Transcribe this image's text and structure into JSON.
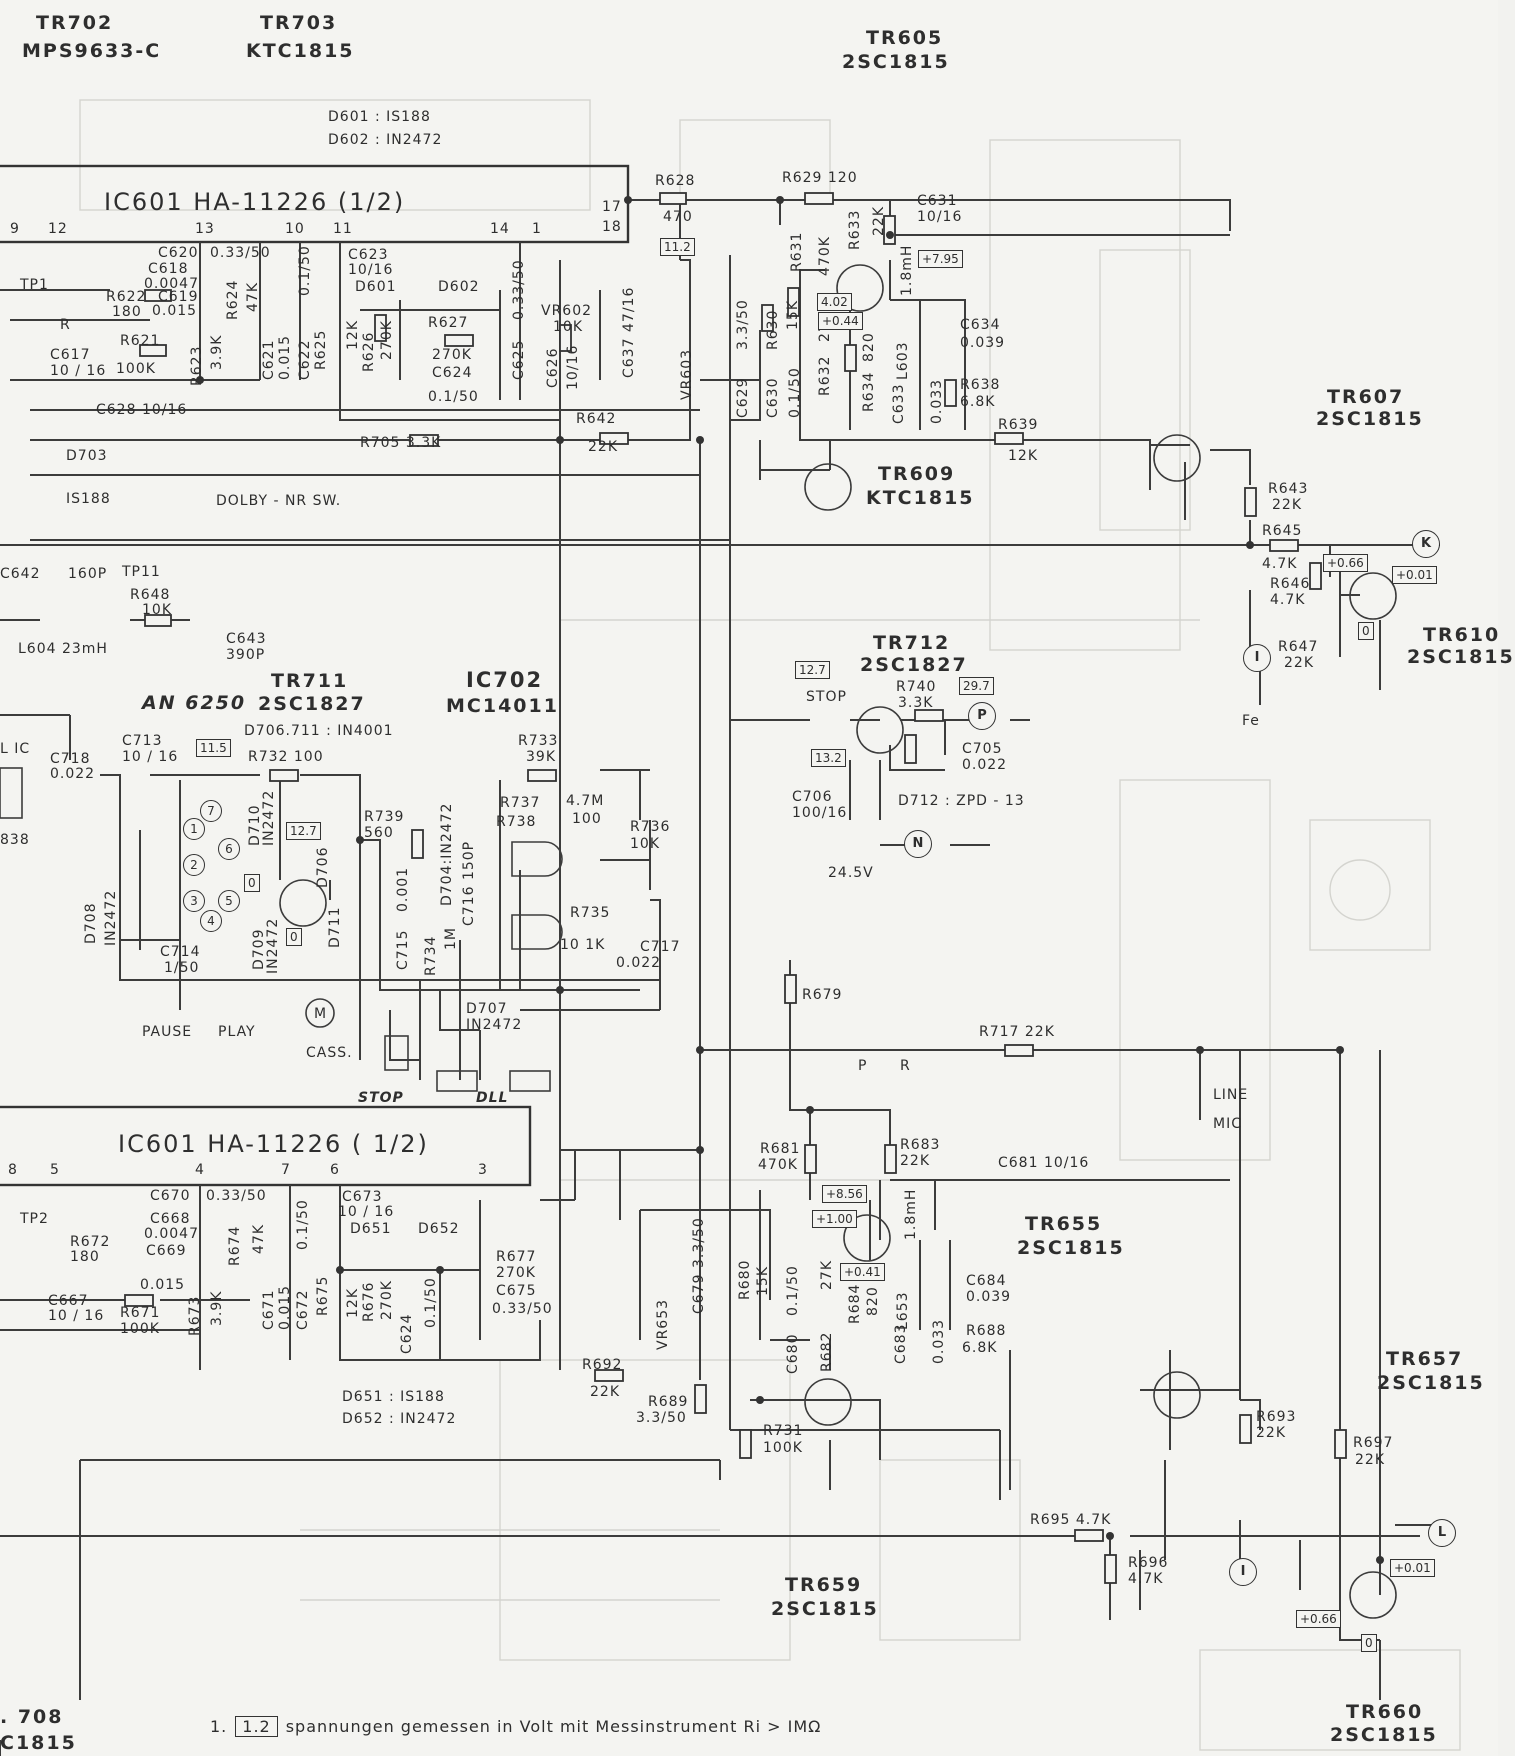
{
  "header": {
    "tr702_ref": "TR702",
    "tr702_type": "MPS9633-C",
    "tr703_ref": "TR703",
    "tr703_type": "KTC1815",
    "tr605_ref": "TR605",
    "tr605_type": "2SC1815",
    "diode_note_1": "D601 : IS188",
    "diode_note_2": "D602 : IN2472"
  },
  "ics": {
    "upper": "IC601    HA-11226  (1/2)",
    "lower": "IC601    HA-11226 ( 1/2)",
    "ic702_ref": "IC702",
    "ic702_type": "MC14011",
    "an6250": "AN 6250"
  },
  "pins": {
    "p9": "9",
    "p12": "12",
    "p13": "13",
    "p10": "10",
    "p11": "11",
    "p14": "14",
    "p1": "1",
    "p17": "17",
    "p18": "18",
    "p8": "8",
    "p5": "5",
    "p4": "4",
    "p7": "7",
    "p6": "6",
    "p3": "3"
  },
  "transistors": {
    "tr607_ref": "TR607",
    "tr607_type": "2SC1815",
    "tr609_ref": "TR609",
    "tr609_type": "KTC1815",
    "tr610_ref": "TR610",
    "tr610_type": "2SC1815",
    "tr711_ref": "TR711",
    "tr711_type": "2SC1827",
    "tr712_ref": "TR712",
    "tr712_type": "2SC1827",
    "tr655_ref": "TR655",
    "tr655_type": "2SC1815",
    "tr657_ref": "TR657",
    "tr657_type": "2SC1815",
    "tr659_ref": "TR659",
    "tr659_type": "2SC1815",
    "tr660_ref": "TR660",
    "tr660_type": "2SC1815",
    "d706_note": "D706.711 : IN4001",
    "d712_note": "D712 : ZPD - 13",
    "d651_note": "D651 : IS188",
    "d652_note": "D652 : IN2472"
  },
  "components": {
    "r628": "R628",
    "r628v": "470",
    "r629": "R629 120",
    "c631": "C631",
    "c631v": "10/16",
    "c620": "C620",
    "c620v": "0.33/50",
    "c618": "C618",
    "c618v": "0.0047",
    "r622": "R622",
    "r622v": "180",
    "c619": "C619",
    "c619v": "0.015",
    "r621": "R621",
    "r621v": "100K",
    "c617": "C617",
    "c617v": "10 / 16",
    "r623": "R623",
    "r623v": "3.9K",
    "r624": "R624",
    "r624v": "47K",
    "c621": "C621",
    "c621v": "0.015",
    "c622": "C622",
    "c622v": "0.1/50",
    "r625": "R625",
    "c623": "C623",
    "c623v": "10/16",
    "d601": "D601",
    "d602": "D602",
    "r626": "R626",
    "r626v": "12K",
    "r626v2": "270K",
    "r627": "R627",
    "r627v": "270K",
    "c624": "C624",
    "c624v": "0.1/50",
    "c625": "C625",
    "c625v": "0.33/50",
    "vr602": "VR602",
    "vr602v": "10K",
    "c626": "C626",
    "c626v": "10/16",
    "c637": "C637",
    "c637v": "47/16",
    "vr603": "VR603",
    "c629": "C629",
    "c629v": "3.3/50",
    "c630": "C630",
    "r630": "R630",
    "r630v": "15K",
    "c630v": "0.1/50",
    "r631": "R631",
    "r631v": "470K",
    "r632": "R632",
    "r632v": "27K",
    "r633": "R633",
    "r633v": "22K",
    "l603": "L603",
    "l603v": "1.8mH",
    "r634": "R634",
    "r634v": "820",
    "c633": "C633",
    "c633v": "0.033",
    "c634": "C634",
    "c634v": "0.039",
    "r638": "R638",
    "r638v": "6.8K",
    "c628": "C628 10/16",
    "r642": "R642",
    "r642v": "22K",
    "r639": "R639",
    "r639v": "12K",
    "d703": "D703",
    "d703v": "IS188",
    "r705": "R705  3.3K",
    "dolby": "DOLBY - NR SW.",
    "tp1": "TP1",
    "tp1r": "R",
    "r643": "R643",
    "r643v": "22K",
    "r645": "R645",
    "r645v": "4.7K",
    "r646": "R646",
    "r646v": "4.7K",
    "r647": "R647",
    "r647v": "22K",
    "fe": "Fe",
    "c642": "C642",
    "c642v": "160P",
    "tp11": "TP11",
    "r648": "R648",
    "r648v": "10K",
    "l604": "L604  23mH",
    "c643": "C643",
    "c643v": "390P",
    "c713": "C713",
    "c713v": "10 / 16",
    "c718": "C718",
    "c718v": "0.022",
    "lic": "L IC",
    "n838": "838",
    "r732": "R732  100",
    "d710": "D710",
    "d710v": "IN2472",
    "d706": "D706",
    "r739": "R739",
    "r739v": "560",
    "r733": "R733",
    "r733v": "39K",
    "r737": "R737",
    "r737v": "4.7M",
    "r738": "R738",
    "r738v": "100",
    "r736": "R736",
    "r736v": "10K",
    "d704": "D704:IN2472",
    "c716": "C716 150P",
    "r735": "R735",
    "r735v": "10 1K",
    "c717": "C717",
    "c717v": "0.022",
    "c715": "C715",
    "c715v": "0.001",
    "r734": "R734",
    "r734v": "1M",
    "d708": "D708",
    "d708v": "IN2472",
    "c714": "C714",
    "c714v": "1/50",
    "d709": "D709",
    "d709v": "IN2472",
    "d711": "D711",
    "pause": "PAUSE",
    "play": "PLAY",
    "cass": "CASS.",
    "d707": "D707",
    "d707v": "IN2472",
    "stop_sw": "STOP",
    "dll": "DLL",
    "mot": "M",
    "stop": "STOP",
    "r740": "R740",
    "r740v": "3.3K",
    "c705": "C705",
    "c705v": "0.022",
    "c706": "C706",
    "c706v": "100/16",
    "v245": "24.5V",
    "r679": "R679",
    "r717": "R717  22K",
    "sw_p": "P",
    "sw_r": "R",
    "line": "LINE",
    "mic": "MIC",
    "r681": "R681",
    "r681v": "470K",
    "r683": "R683",
    "r683v": "22K",
    "c681": "C681  10/16",
    "c670": "C670",
    "c670v": "0.33/50",
    "c668": "C668",
    "c668v": "0.0047",
    "c669": "C669",
    "c669v": "0.015",
    "r672": "R672",
    "r672v": "180",
    "c667": "C667",
    "c667v": "10 / 16",
    "r671": "R671",
    "r671v": "100K",
    "r673": "R673",
    "r673v": "3.9K",
    "r674": "R674",
    "r674v": "47K",
    "c671": "C671",
    "c671v": "0.015",
    "c672": "C672",
    "c672v": "0.1/50",
    "r675": "R675",
    "c673": "C673",
    "c673v": "10 / 16",
    "d651": "D651",
    "d652": "D652",
    "r676": "R676",
    "r676v": "12K",
    "r676v2": "270K",
    "c674": "C624",
    "c674v": "0.1/50",
    "r677": "R677",
    "r677v": "270K",
    "c675": "C675",
    "c675v": "0.33/50",
    "vr653": "VR653",
    "c679": "C679",
    "c679v": "3.3/50",
    "r680": "R680",
    "r680v": "15K",
    "c680": "C680",
    "c680v": "0.1/50",
    "r682": "R682",
    "r682v": "27K",
    "r684": "R684",
    "r684v": "820",
    "l653": "L653",
    "l653v": "1.8mH",
    "c683": "C683",
    "c683v": "0.033",
    "c684": "C684",
    "c684v": "0.039",
    "r688": "R688",
    "r688v": "6.8K",
    "r692": "R692",
    "r692v": "22K",
    "r689": "R689",
    "r689v": "3.3/50",
    "r731": "R731",
    "r731v": "100K",
    "r693": "R693",
    "r693v": "22K",
    "r697": "R697",
    "r697v": "22K",
    "r695": "R695  4.7K",
    "r696": "R696",
    "r696v": "4.7K",
    "tp2": "TP2",
    "left_708": ". 708",
    "left_c1815": "C1815"
  },
  "voltages": {
    "v11_2": "11.2",
    "v795": "+7.95",
    "v402": "4.02",
    "v044": "+0.44",
    "v066": "+0.66",
    "v001": "+0.01",
    "v0": "0",
    "v127a": "12.7",
    "v297": "29.7",
    "v132": "13.2",
    "v115": "11.5",
    "v127b": "12.7",
    "v0b": "0",
    "v0c": "0",
    "v856": "+8.56",
    "v100": "+1.00",
    "v041": "+0.41",
    "v001b": "+0.01",
    "v066b": "+0.66",
    "v0d": "0"
  },
  "terminals": {
    "k": "K",
    "p": "P",
    "n": "N",
    "i1": "I",
    "l": "L",
    "i2": "I"
  },
  "footnote": {
    "num": "1.",
    "box": "1.2",
    "text": "spannungen   gemessen   in  Volt  mit  Messinstrument   Ri > IMΩ"
  }
}
